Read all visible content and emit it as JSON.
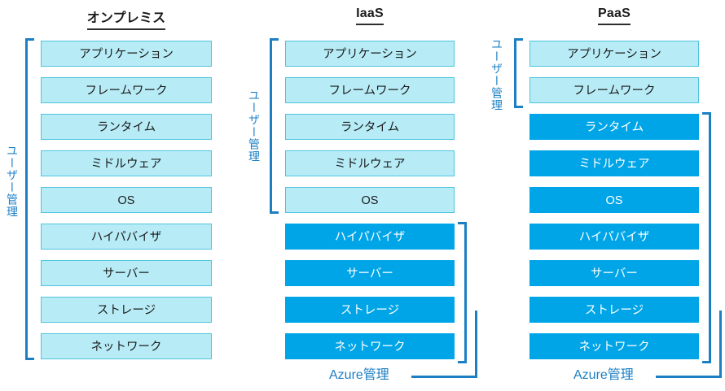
{
  "columns": [
    {
      "key": "onprem",
      "title": "オンプレミス",
      "user_managed_label": "ユーザー管理",
      "provider_label": null,
      "layers": [
        {
          "label": "アプリケーション",
          "managed_by": "user"
        },
        {
          "label": "フレームワーク",
          "managed_by": "user"
        },
        {
          "label": "ランタイム",
          "managed_by": "user"
        },
        {
          "label": "ミドルウェア",
          "managed_by": "user"
        },
        {
          "label": "OS",
          "managed_by": "user"
        },
        {
          "label": "ハイパバイザ",
          "managed_by": "user"
        },
        {
          "label": "サーバー",
          "managed_by": "user"
        },
        {
          "label": "ストレージ",
          "managed_by": "user"
        },
        {
          "label": "ネットワーク",
          "managed_by": "user"
        }
      ]
    },
    {
      "key": "iaas",
      "title": "IaaS",
      "user_managed_label": "ユーザー管理",
      "provider_label": "Azure管理",
      "layers": [
        {
          "label": "アプリケーション",
          "managed_by": "user"
        },
        {
          "label": "フレームワーク",
          "managed_by": "user"
        },
        {
          "label": "ランタイム",
          "managed_by": "user"
        },
        {
          "label": "ミドルウェア",
          "managed_by": "user"
        },
        {
          "label": "OS",
          "managed_by": "user"
        },
        {
          "label": "ハイパバイザ",
          "managed_by": "provider"
        },
        {
          "label": "サーバー",
          "managed_by": "provider"
        },
        {
          "label": "ストレージ",
          "managed_by": "provider"
        },
        {
          "label": "ネットワーク",
          "managed_by": "provider"
        }
      ]
    },
    {
      "key": "paas",
      "title": "PaaS",
      "user_managed_label": "ユーザー管理",
      "provider_label": "Azure管理",
      "layers": [
        {
          "label": "アプリケーション",
          "managed_by": "user"
        },
        {
          "label": "フレームワーク",
          "managed_by": "user"
        },
        {
          "label": "ランタイム",
          "managed_by": "provider"
        },
        {
          "label": "ミドルウェア",
          "managed_by": "provider"
        },
        {
          "label": "OS",
          "managed_by": "provider"
        },
        {
          "label": "ハイパバイザ",
          "managed_by": "provider"
        },
        {
          "label": "サーバー",
          "managed_by": "provider"
        },
        {
          "label": "ストレージ",
          "managed_by": "provider"
        },
        {
          "label": "ネットワーク",
          "managed_by": "provider"
        }
      ]
    }
  ],
  "colors": {
    "user_layer_fill": "#b7ecf7",
    "user_layer_border": "#4fc3dd",
    "provider_layer_fill": "#00a5e8",
    "accent_line": "#1c7fc4",
    "title_text": "#1b1b1b"
  }
}
